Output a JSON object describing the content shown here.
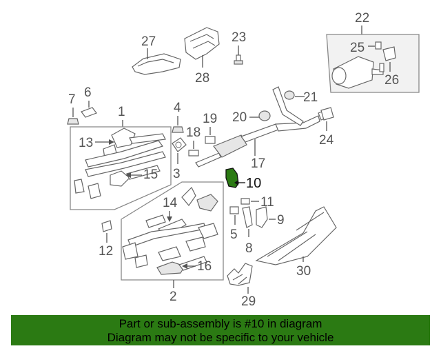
{
  "callouts": {
    "c1": "1",
    "c2": "2",
    "c3": "3",
    "c4": "4",
    "c5": "5",
    "c6": "6",
    "c7": "7",
    "c8": "8",
    "c9": "9",
    "c10": "10",
    "c11": "11",
    "c12": "12",
    "c13": "13",
    "c14": "14",
    "c15": "15",
    "c16": "16",
    "c17": "17",
    "c18": "18",
    "c19": "19",
    "c20": "20",
    "c21": "21",
    "c22": "22",
    "c23": "23",
    "c24": "24",
    "c25": "25",
    "c26": "26",
    "c27": "27",
    "c28": "28",
    "c29": "29",
    "c30": "30"
  },
  "highlight": {
    "part_number": "10",
    "color": "#2b7a13"
  },
  "banner": {
    "line1": "Part or sub-assembly is #10 in diagram",
    "line2": "Diagram may not be specific to your vehicle",
    "background": "#2b7a13"
  }
}
